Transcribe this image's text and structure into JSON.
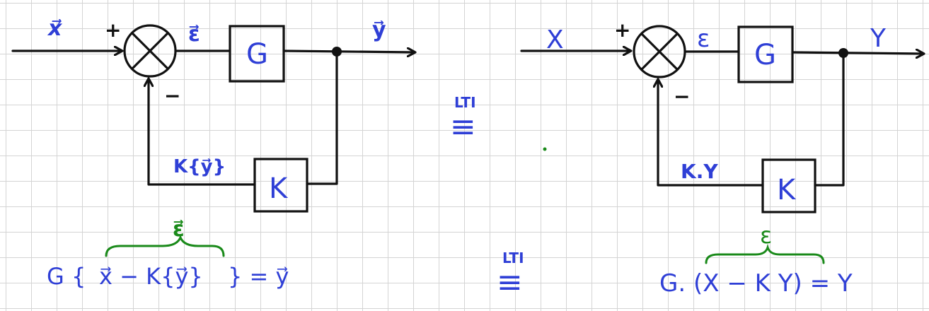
{
  "left": {
    "input": "x⃗",
    "output": "y⃗",
    "error": "ε⃗",
    "plus": "+",
    "minus": "−",
    "forward_block": "G",
    "feedback_block": "K",
    "feedback_signal": "K{y⃗}",
    "equation_prefix": "G {",
    "equation_inner": "x⃗ − K{y⃗}",
    "equation_suffix": "} =  y⃗",
    "brace_label": "ε⃗"
  },
  "right": {
    "input": "X",
    "output": "Y",
    "error": "ε",
    "plus": "+",
    "minus": "−",
    "forward_block": "G",
    "feedback_block": "K",
    "feedback_signal": "K.Y",
    "equation": "G. (X − K Y) = Y",
    "brace_label": "ε"
  },
  "equivalence": {
    "top_label": "LTI",
    "top_symbol": "≡",
    "bottom_label": "LTI",
    "bottom_symbol": "≡"
  }
}
